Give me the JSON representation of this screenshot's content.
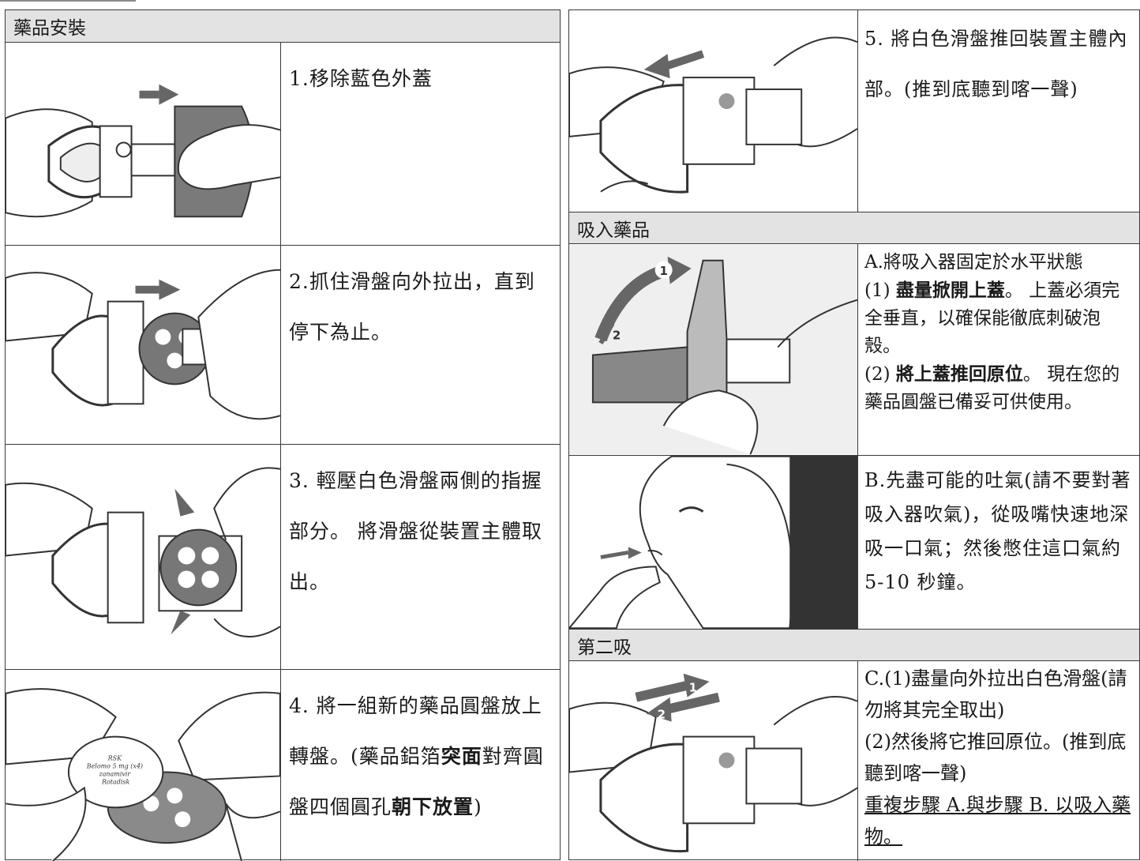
{
  "left": {
    "header": "藥品安裝",
    "steps": [
      {
        "text": "1.移除藍色外蓋"
      },
      {
        "text": "2.抓住滑盤向外拉出，直到停下為止。"
      },
      {
        "text": "3. 輕壓白色滑盤兩側的指握部分。 將滑盤從裝置主體取出。"
      },
      {
        "pre": "4. 將一組新的藥品圓盤放上轉盤。(藥品鋁箔",
        "b1": "突面",
        "mid": "對齊圓盤四個圓孔",
        "b2": "朝下放置",
        "post": ")"
      }
    ]
  },
  "right": {
    "step5": "5. 將白色滑盤推回裝置主體內部。(推到底聽到喀一聲)",
    "inhale_header": "吸入藥品",
    "stepA": {
      "l1": "A.將吸入器固定於水平狀態",
      "l2_pre": "(1) ",
      "l2_b": "盡量掀開上蓋",
      "l2_post": "。 上蓋必須完全垂直，以確保能徹底刺破泡殼。",
      "l3_pre": "(2) ",
      "l3_b": "將上蓋推回原位",
      "l3_post": "。 現在您的藥品圓盤已備妥可供使用。"
    },
    "stepB": "B.先盡可能的吐氣(請不要對著吸入器吹氣)，從吸嘴快速地深吸一口氣；然後憋住這口氣約 5-10 秒鐘。",
    "second_header": "第二吸",
    "stepC": {
      "l1": "C.(1)盡量向外拉出白色滑盤(請　勿將其完全取出)",
      "l2": "(2)然後將它推回原位。(推到底聽到喀一聲)",
      "l3": "重複步驟 A.與步驟 B. 以吸入藥物。"
    },
    "diagram_labels": {
      "one": "1",
      "two": "2"
    },
    "disk_label": "RSK\nBelomo 5 mg (x4)\nzanamivir\nRotadisk"
  },
  "colors": {
    "header_bg": "#e3e3e3",
    "border": "#3a3a3a",
    "arrow": "#666666"
  }
}
